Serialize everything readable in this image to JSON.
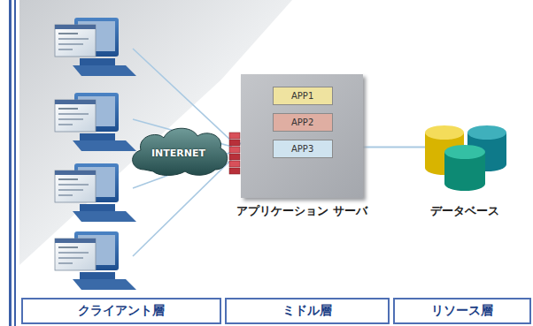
{
  "diagram": {
    "nodes": [
      {
        "text": [
          "INTERNET"
        ]
      },
      {
        "text": [
          "アプリケーション サーバ"
        ]
      },
      {
        "text": [
          "APP1"
        ],
        "in": 1
      },
      {
        "text": [
          "APP2"
        ],
        "in": 1
      },
      {
        "text": [
          "APP3"
        ],
        "in": 1
      },
      {
        "text": [
          "データベース"
        ]
      },
      {
        "text": [
          "クライアント層"
        ]
      },
      {
        "text": [
          "ミドル層"
        ]
      },
      {
        "text": [
          "リソース層"
        ]
      }
    ],
    "edges": [
      {
        "from": 0,
        "to": 1,
        "arrow": "none"
      },
      {
        "from": 1,
        "to": 5,
        "arrow": "none"
      }
    ]
  }
}
